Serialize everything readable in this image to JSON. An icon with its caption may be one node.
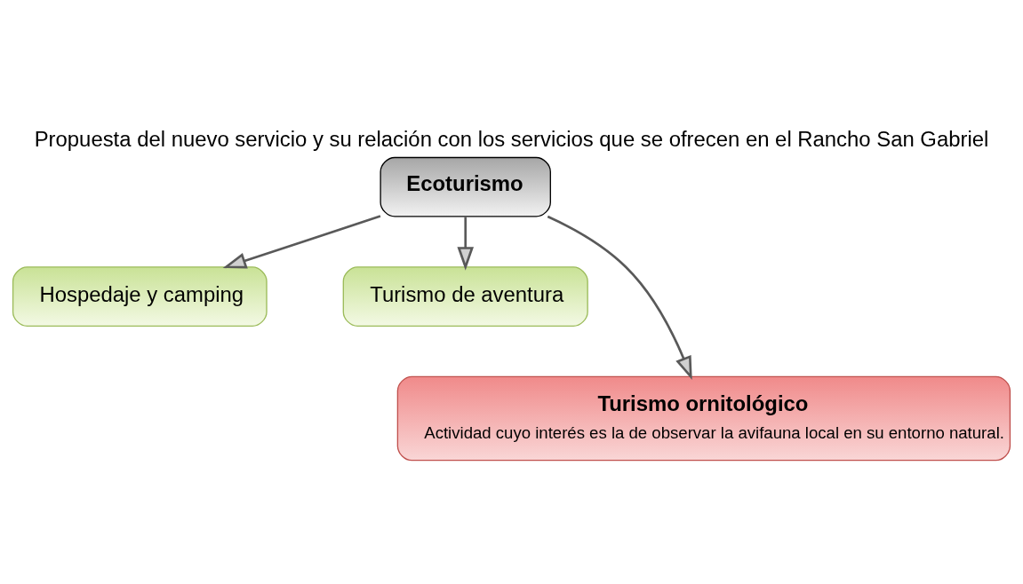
{
  "diagram": {
    "title": "Propuesta del nuevo servicio y su relación con los servicios que se ofrecen en el Rancho San Gabriel",
    "nodes": [
      {
        "text": [
          "Ecoturismo"
        ]
      },
      {
        "text": [
          "Hospedaje y camping"
        ]
      },
      {
        "text": [
          "Turismo de aventura"
        ]
      },
      {
        "text": [
          "Turismo ornitológico",
          "Actividad cuyo interés es la de observar la avifauna local en su entorno natural."
        ]
      }
    ],
    "edges": [
      {
        "from": 0,
        "to": 1,
        "arrow": "to"
      },
      {
        "from": 0,
        "to": 2,
        "arrow": "to"
      },
      {
        "from": 0,
        "to": 3,
        "arrow": "to"
      }
    ]
  }
}
